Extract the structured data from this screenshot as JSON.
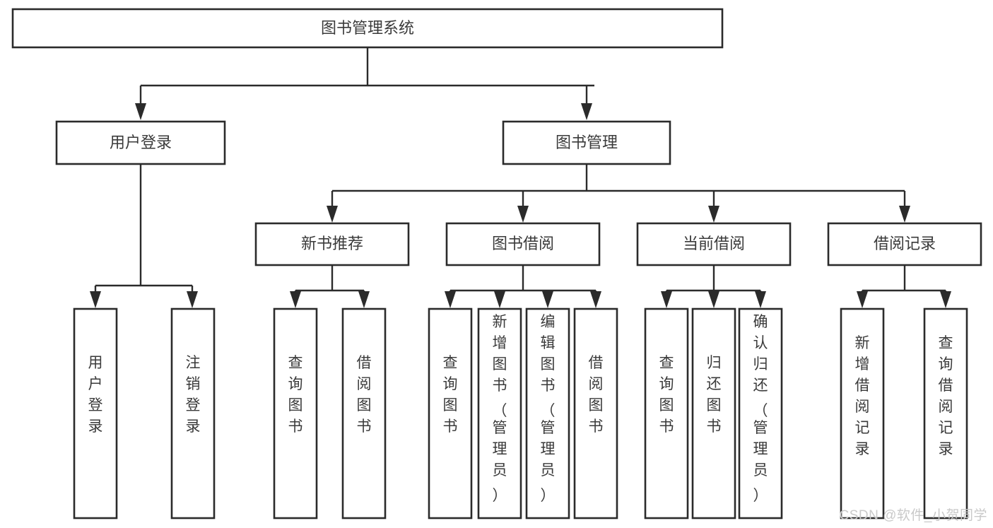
{
  "diagram": {
    "type": "tree-hierarchy-chart",
    "title": "图书管理系统",
    "watermark": "CSDN @软件_小贺同学",
    "stroke_color": "#2b2b2b",
    "text_color": "#3a3a3a",
    "background_color": "#ffffff",
    "levels": [
      {
        "level": 0,
        "nodes": [
          {
            "id": "root",
            "label": "图书管理系统",
            "orientation": "horizontal"
          }
        ]
      },
      {
        "level": 1,
        "nodes": [
          {
            "id": "user-login",
            "label": "用户登录",
            "orientation": "horizontal",
            "parent": "root"
          },
          {
            "id": "book-manage",
            "label": "图书管理",
            "orientation": "horizontal",
            "parent": "root"
          }
        ]
      },
      {
        "level": 2,
        "nodes": [
          {
            "id": "new-book-recommend",
            "label": "新书推荐",
            "orientation": "horizontal",
            "parent": "book-manage"
          },
          {
            "id": "book-borrow",
            "label": "图书借阅",
            "orientation": "horizontal",
            "parent": "book-manage"
          },
          {
            "id": "current-borrow",
            "label": "当前借阅",
            "orientation": "horizontal",
            "parent": "book-manage"
          },
          {
            "id": "borrow-record",
            "label": "借阅记录",
            "orientation": "horizontal",
            "parent": "book-manage"
          }
        ]
      },
      {
        "level": 3,
        "nodes": [
          {
            "id": "leaf-user-login",
            "label": "用户登录",
            "orientation": "vertical",
            "parent": "user-login"
          },
          {
            "id": "leaf-logout-login",
            "label": "注销登录",
            "orientation": "vertical",
            "parent": "user-login"
          },
          {
            "id": "leaf-query-book-1",
            "label": "查询图书",
            "orientation": "vertical",
            "parent": "new-book-recommend"
          },
          {
            "id": "leaf-borrow-book-1",
            "label": "借阅图书",
            "orientation": "vertical",
            "parent": "new-book-recommend"
          },
          {
            "id": "leaf-query-book-2",
            "label": "查询图书",
            "orientation": "vertical",
            "parent": "book-borrow"
          },
          {
            "id": "leaf-add-book",
            "label": "新增图书（管理员）",
            "orientation": "vertical",
            "parent": "book-borrow"
          },
          {
            "id": "leaf-edit-book",
            "label": "编辑图书（管理员）",
            "orientation": "vertical",
            "parent": "book-borrow"
          },
          {
            "id": "leaf-borrow-book-2",
            "label": "借阅图书",
            "orientation": "vertical",
            "parent": "book-borrow"
          },
          {
            "id": "leaf-query-book-3",
            "label": "查询图书",
            "orientation": "vertical",
            "parent": "current-borrow"
          },
          {
            "id": "leaf-return-book",
            "label": "归还图书",
            "orientation": "vertical",
            "parent": "current-borrow"
          },
          {
            "id": "leaf-confirm-return",
            "label": "确认归还（管理员）",
            "orientation": "vertical",
            "parent": "current-borrow"
          },
          {
            "id": "leaf-add-record",
            "label": "新增借阅记录",
            "orientation": "vertical",
            "parent": "borrow-record"
          },
          {
            "id": "leaf-query-record",
            "label": "查询借阅记录",
            "orientation": "vertical",
            "parent": "borrow-record"
          }
        ]
      }
    ]
  }
}
